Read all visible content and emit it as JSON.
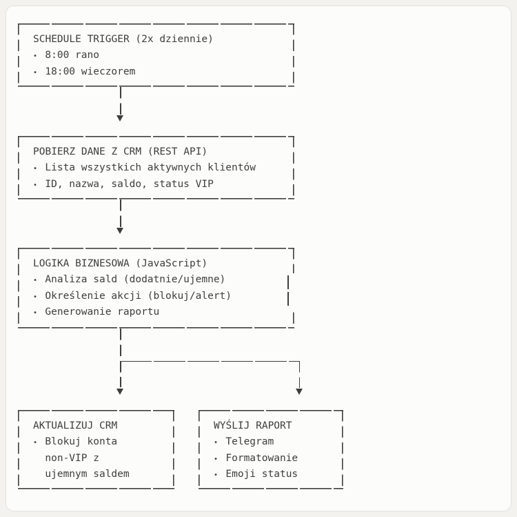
{
  "diagram": {
    "bullet_char": "•",
    "colors": {
      "ink": "#3d3d3d",
      "page_bg": "#f3f2ef",
      "panel_bg": "#fcfcfa",
      "panel_border": "#e3e2de"
    },
    "nodes": [
      {
        "id": "schedule-trigger",
        "title": "SCHEDULE TRIGGER (2x dziennie)",
        "items": [
          "8:00 rano",
          "18:00 wieczorem"
        ]
      },
      {
        "id": "pobierz-dane-crm",
        "title": "POBIERZ DANE Z CRM (REST API)",
        "items": [
          "Lista wszystkich aktywnych klientów",
          "ID, nazwa, saldo, status VIP"
        ]
      },
      {
        "id": "logika-biznesowa",
        "title": "LOGIKA BIZNESOWA (JavaScript)",
        "items": [
          "Analiza sald (dodatnie/ujemne)",
          "Określenie akcji (blokuj/alert)",
          "Generowanie raportu"
        ]
      },
      {
        "id": "aktualizuj-crm",
        "title": "AKTUALIZUJ CRM",
        "items": [
          "Blokuj konta",
          "non-VIP z",
          "ujemnym saldem"
        ]
      },
      {
        "id": "wyslij-raport",
        "title": "WYŚLIJ RAPORT",
        "items": [
          "Telegram",
          "Formatowanie",
          "Emoji status"
        ]
      }
    ]
  }
}
